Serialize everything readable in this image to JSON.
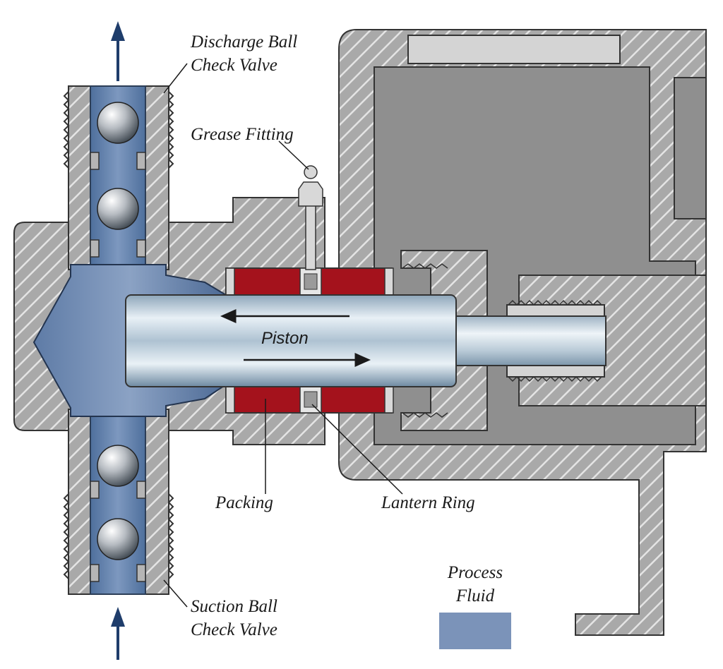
{
  "labels": {
    "discharge_line1": "Discharge Ball",
    "discharge_line2": "Check Valve",
    "grease_fitting": "Grease Fitting",
    "piston": "Piston",
    "packing": "Packing",
    "lantern_ring": "Lantern Ring",
    "suction_line1": "Suction Ball",
    "suction_line2": "Check Valve",
    "legend_line1": "Process",
    "legend_line2": "Fluid"
  },
  "colors": {
    "process_fluid": "#7b93b9",
    "packing": "#a4121c",
    "housing": "#a9a9a9",
    "cavity": "#8f8f8f",
    "piston": "#c9d6e0",
    "outline": "#333333"
  }
}
